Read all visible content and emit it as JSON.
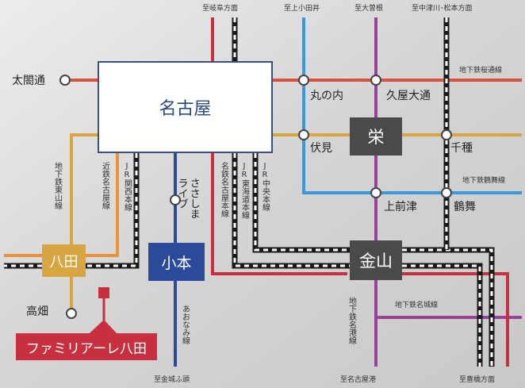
{
  "colors": {
    "meijo": "#9b3e9c",
    "higashiyama": "#d7a640",
    "sakuradori": "#d9523f",
    "tsurumai": "#3a9ad9",
    "meiko": "#9b3e9c",
    "meitetsu": "#c8303f",
    "jr_tokaido": "#1a1a1a",
    "aonami": "#2c4a9a",
    "kintetsu": "#e8923a",
    "kaminoiida": "#3a9ad9"
  },
  "stations": {
    "nagoya": "名古屋",
    "sakae": "栄",
    "kanayama": "金山",
    "hatta": "八田",
    "komoto": "小本",
    "taikodori": "太閤通",
    "marunouchi": "丸の内",
    "hisayaodori": "久屋大通",
    "fushimi": "伏見",
    "chikusa": "千種",
    "kamimaezu": "上前津",
    "tsurumai": "鶴舞",
    "takabata": "高畑",
    "sasashima": "ささしま\nライブ"
  },
  "directions": {
    "gifu": "至岐阜方面",
    "kamiotai": "至上小田井",
    "ozone": "至大曽根",
    "nakatsugawa": "至中津川･松本方面",
    "kinjofuto": "至金城ふ頭",
    "nagoyako": "至名古屋港",
    "toyohashi": "至豊橋方面"
  },
  "lines": {
    "sakuradori": "地下鉄桜通線",
    "tsurumai": "地下鉄鶴舞線",
    "meijo": "地下鉄名城線",
    "higashiyama": "地下鉄東山線",
    "kintetsu": "近鉄名古屋線",
    "kansai": "JR関西本線",
    "aonami": "あおなみ線",
    "meitetsu": "名鉄名古屋本線",
    "tokaido": "JR東海道本線",
    "chuo": "JR中央本線",
    "meiko": "地下鉄名港線"
  },
  "property": "ファミリアーレ八田"
}
